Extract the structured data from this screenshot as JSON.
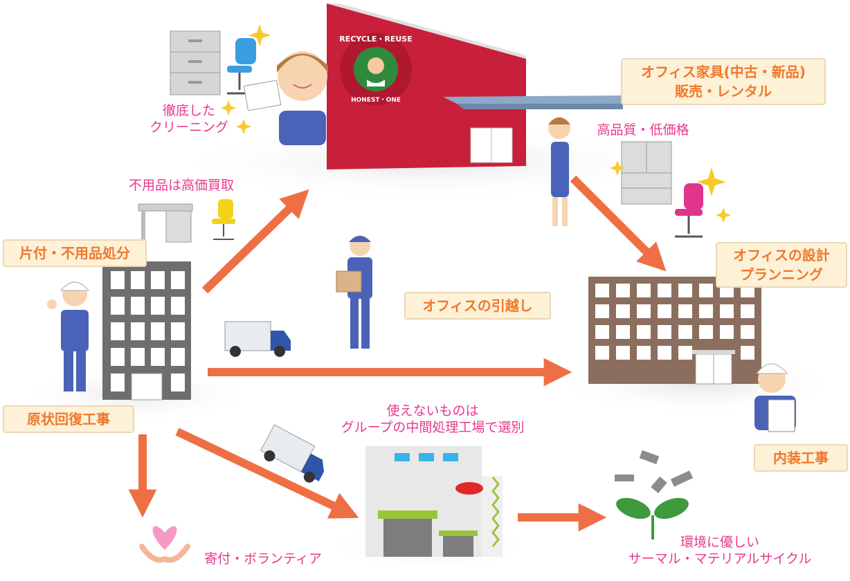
{
  "labels": {
    "office_furniture": {
      "line1": "オフィス家具(中古・新品)",
      "line2": "販売・レンタル"
    },
    "high_quality": "高品質・低価格",
    "thorough_cleaning": {
      "line1": "徹底した",
      "line2": "クリーニング"
    },
    "buyback": "不用品は高価買取",
    "disposal": "片付・不用品処分",
    "office_design": {
      "line1": "オフィスの設計",
      "line2": "プランニング"
    },
    "office_moving": "オフィスの引越し",
    "restoration": "原状回復工事",
    "interior_work": "内装工事",
    "sorting": {
      "line1": "使えないものは",
      "line2": "グループの中間処理工場で選別"
    },
    "donation": "寄付・ボランティア",
    "eco_recycle": {
      "line1": "環境に優しい",
      "line2": "サーマル・マテリアルサイクル"
    }
  },
  "logo": {
    "top": "RECYCLE・REUSE",
    "bottom": "HONEST・ONE"
  },
  "colors": {
    "arrow": "#ef6f45",
    "label_text": "#f0782a",
    "label_bg": "#fdf1d8",
    "pink_text": "#e8388c",
    "store_red": "#c8203a",
    "building_gray": "#6e6e6e",
    "building_brown": "#8c6e5e"
  }
}
